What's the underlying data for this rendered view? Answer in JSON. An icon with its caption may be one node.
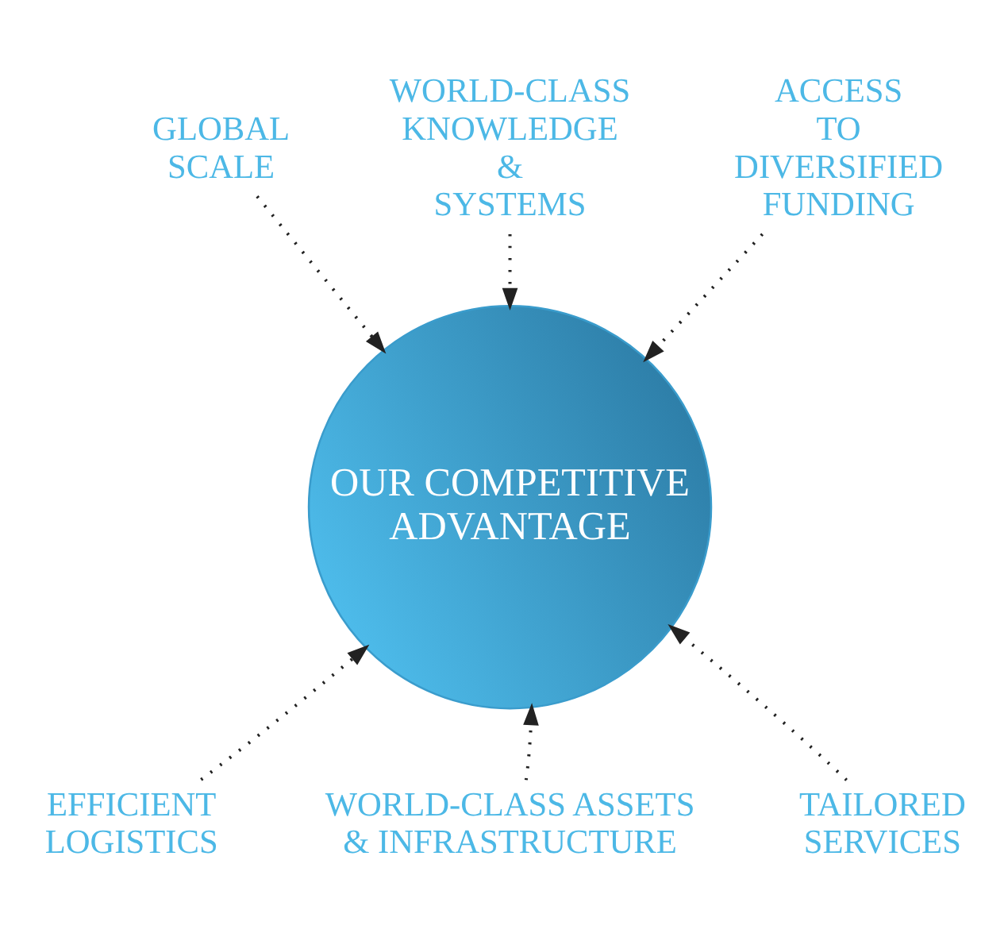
{
  "diagram": {
    "nodes": [
      {
        "text": [
          "OUR COMPETITIVE ADVANTAGE"
        ]
      },
      {
        "text": [
          "WORLD-CLASS KNOWLEDGE & SYSTEMS"
        ]
      },
      {
        "text": [
          "GLOBAL SCALE"
        ]
      },
      {
        "text": [
          "ACCESS TO DIVERSIFIED FUNDING"
        ]
      },
      {
        "text": [
          "EFFICIENT LOGISTICS"
        ]
      },
      {
        "text": [
          "TAILORED SERVICES"
        ]
      },
      {
        "text": [
          "WORLD-CLASS ASSETS & INFRASTRUCTURE"
        ]
      }
    ],
    "edges": [
      {
        "from": 1,
        "to": 0,
        "arrow": "to",
        "style": "dashed"
      },
      {
        "from": 2,
        "to": 0,
        "arrow": "to",
        "style": "dashed"
      },
      {
        "from": 3,
        "to": 0,
        "arrow": "to",
        "style": "dashed"
      },
      {
        "from": 4,
        "to": 0,
        "arrow": "to",
        "style": "dashed"
      },
      {
        "from": 5,
        "to": 0,
        "arrow": "to",
        "style": "dashed"
      },
      {
        "from": 6,
        "to": 0,
        "arrow": "to",
        "style": "dashed"
      }
    ]
  }
}
